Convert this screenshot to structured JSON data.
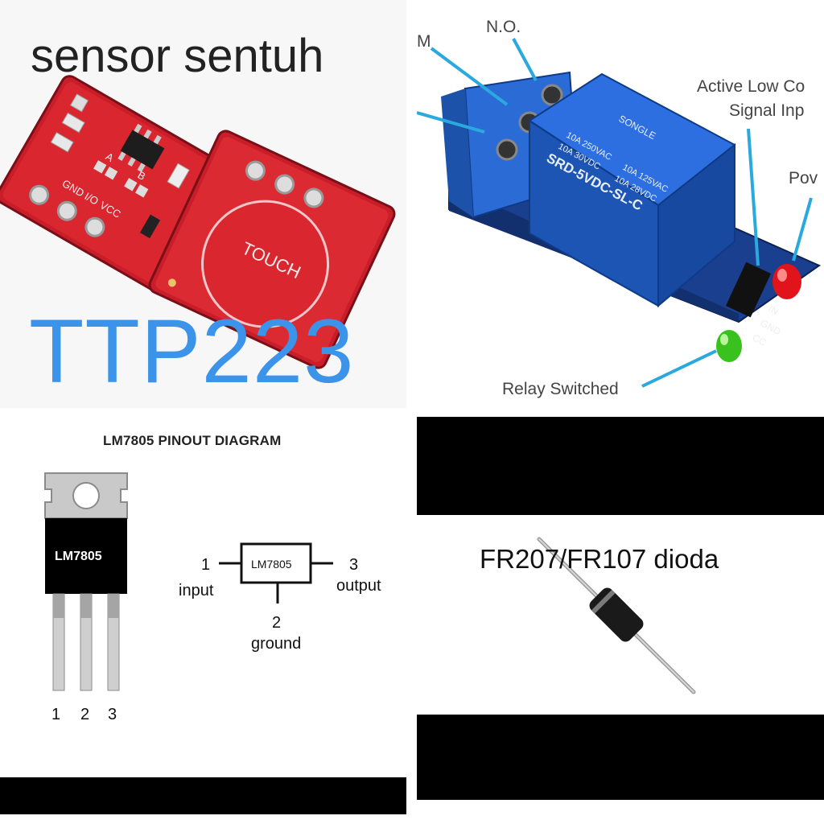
{
  "touch_sensor": {
    "title": "sensor sentuh",
    "model": "TTP223",
    "board_labels": {
      "touch": "TOUCH",
      "gnd": "GND",
      "io": "I/O",
      "vcc": "VCC",
      "a": "A",
      "b": "B"
    }
  },
  "relay_module": {
    "labels": {
      "no": "N.O.",
      "com": "M",
      "active_low_line1": "Active Low Co",
      "active_low_line2": "Signal Inp",
      "power": "Pov",
      "relay_switched": "Relay Switched"
    },
    "relay_text": {
      "brand": "SONGLE",
      "rating1": "10A 250VAC",
      "rating2": "10A 30VDC",
      "rating3": "10A 125VAC",
      "rating4": "10A 28VDC",
      "model": "SRD-5VDC-SL-C",
      "pin_in": "IN",
      "pin_gnd": "GND",
      "pin_vcc": "CC"
    }
  },
  "lm7805": {
    "title": "LM7805 PINOUT DIAGRAM",
    "chip_label": "LM7805",
    "leg_numbers": [
      "1",
      "2",
      "3"
    ],
    "schematic": {
      "box_label": "LM7805",
      "pin1_number": "1",
      "pin1_label": "input",
      "pin3_number": "3",
      "pin3_label": "output",
      "pin2_number": "2",
      "pin2_label": "ground"
    }
  },
  "diode": {
    "title": "FR207/FR107 dioda"
  },
  "colors": {
    "ttp_blue": "#3b93ea",
    "pcb_red": "#d4212e",
    "relay_blue": "#1f5fc4",
    "callout_cyan": "#29a9de"
  }
}
